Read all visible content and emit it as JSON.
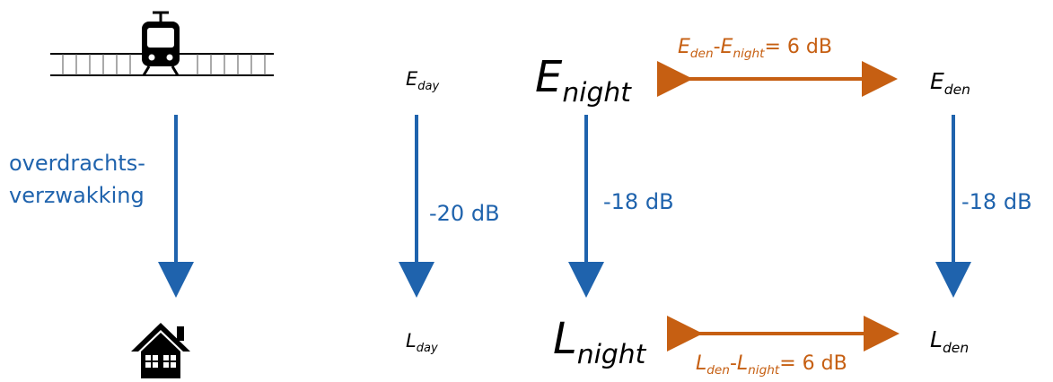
{
  "left": {
    "transfer_line1": "overdrachts-",
    "transfer_line2": "verzwakking"
  },
  "day": {
    "E": "E",
    "E_sub": "day",
    "L": "L",
    "L_sub": "day",
    "delta": "-20 dB"
  },
  "night": {
    "E": "E",
    "E_sub": "night",
    "L": "L",
    "L_sub": "night",
    "delta": "-18 dB"
  },
  "den": {
    "E": "E",
    "E_sub": "den",
    "L": "L",
    "L_sub": "den",
    "delta": "-18 dB"
  },
  "relation_top": {
    "a": "E",
    "a_sub": "den",
    "sep": "-",
    "b": "E",
    "b_sub": "night",
    "tail": "= 6 dB"
  },
  "relation_bottom": {
    "a": "L",
    "a_sub": "den",
    "sep": "-",
    "b": "L",
    "b_sub": "night",
    "tail": "= 6 dB"
  },
  "colors": {
    "blue": "#1f63ad",
    "orange": "#c65f12",
    "black": "#000000"
  },
  "icons": [
    "tram-icon",
    "house-icon"
  ]
}
